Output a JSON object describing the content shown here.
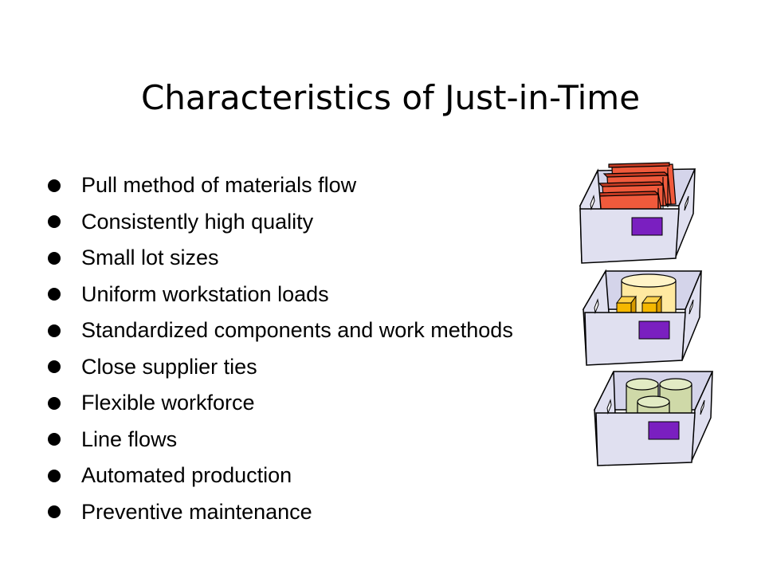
{
  "slide": {
    "title": "Characteristics of Just-in-Time",
    "bullets": [
      "Pull method of materials flow",
      "Consistently high quality",
      "Small lot sizes",
      "Uniform workstation loads",
      "Standardized components and work methods",
      "Close supplier ties",
      "Flexible workforce",
      "Line flows",
      "Automated production",
      "Preventive maintenance"
    ]
  },
  "illustration": {
    "bins": [
      "bin-with-boxes",
      "bin-with-cylinder-and-cubes",
      "bin-with-cylinders"
    ],
    "colors": {
      "bin_fill": "#e0e0f0",
      "bin_inner": "#d4d4ea",
      "red_box": "#f05a3c",
      "purple_label": "#7a1fc0",
      "yellow_cylinder": "#ffe9a0",
      "orange_cube": "#f5b800",
      "green_cylinder": "#cfd9a8"
    }
  }
}
